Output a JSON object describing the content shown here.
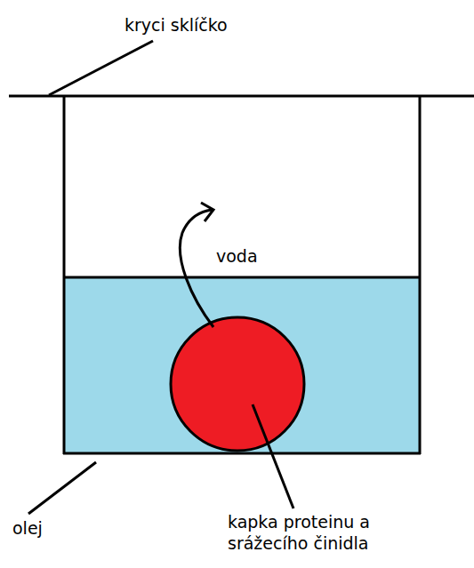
{
  "diagram": {
    "labels": [
      "kryci sklíčko",
      "voda",
      "olej",
      "kapka proteinu a srážecího činidla"
    ]
  }
}
